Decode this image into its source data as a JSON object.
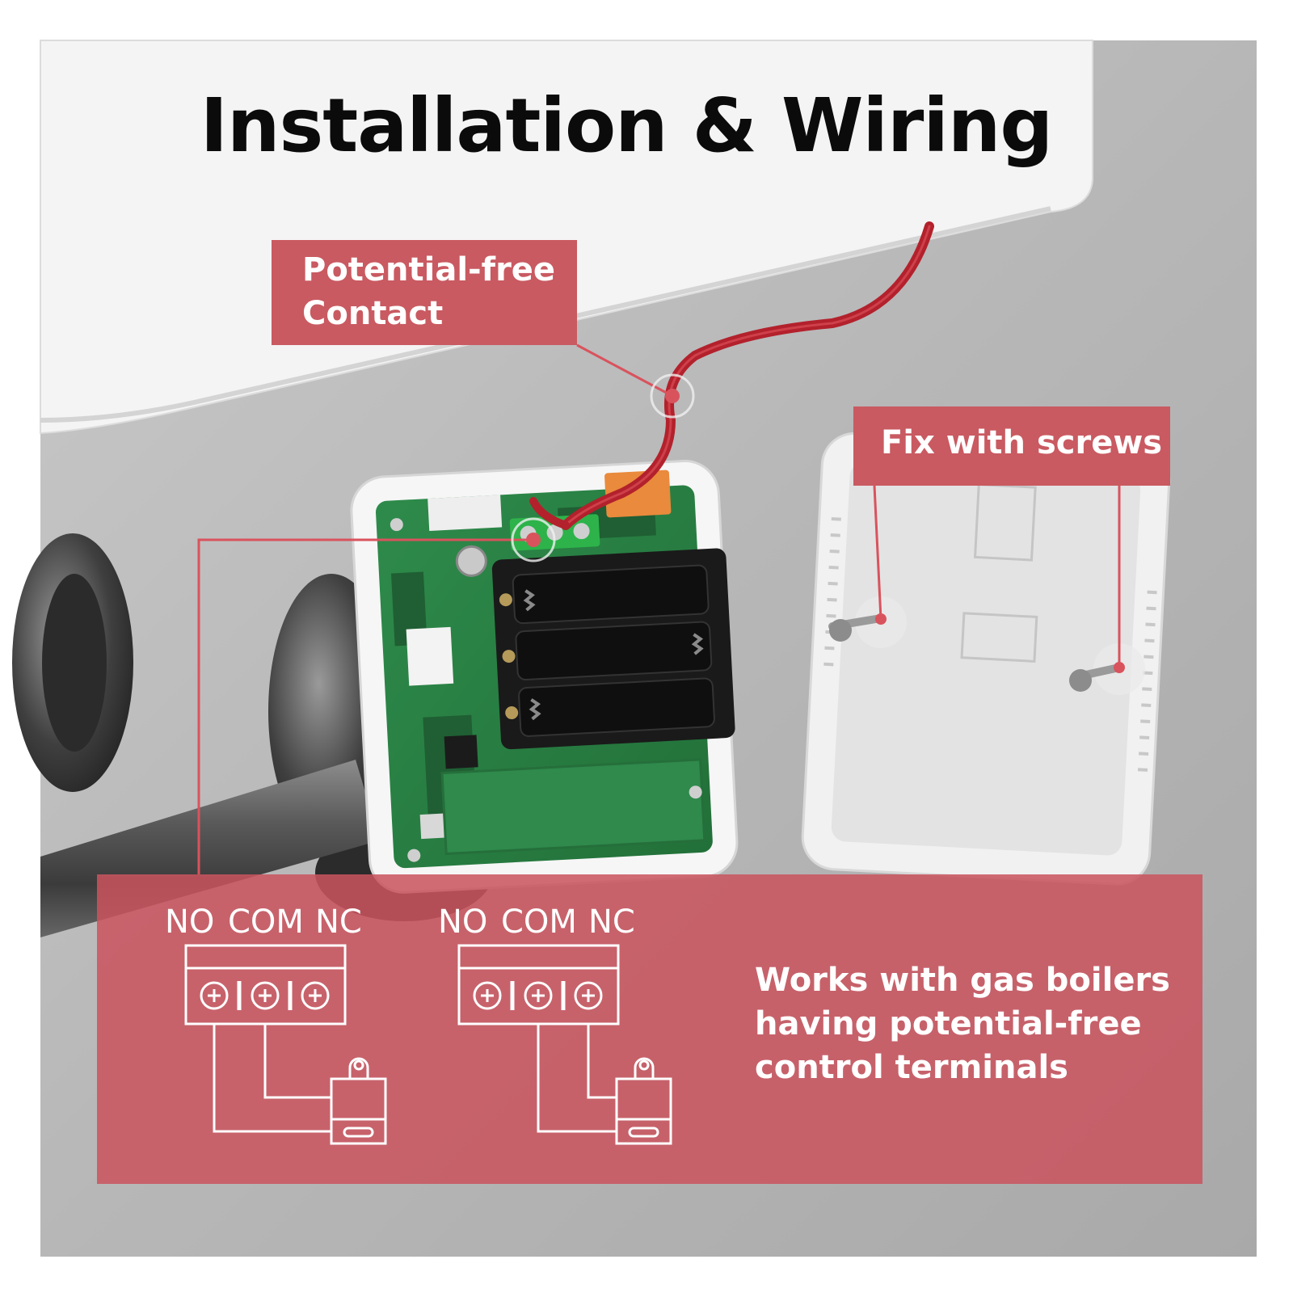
{
  "title": "Installation & Wiring",
  "callouts": {
    "contact": [
      "Potential-free",
      "Contact"
    ],
    "screws": "Fix with screws"
  },
  "terminals": {
    "left": {
      "no": "NO",
      "com": "COM",
      "nc": "NC"
    },
    "right": {
      "no": "NO",
      "com": "COM",
      "nc": "NC"
    }
  },
  "description": [
    "Works with gas boilers",
    "having potential-free",
    "control terminals"
  ],
  "colors": {
    "accent": "#c95a61",
    "wall": "#b9b9b9",
    "pcb": "#2f8a4c",
    "wire": "#b3212c"
  }
}
